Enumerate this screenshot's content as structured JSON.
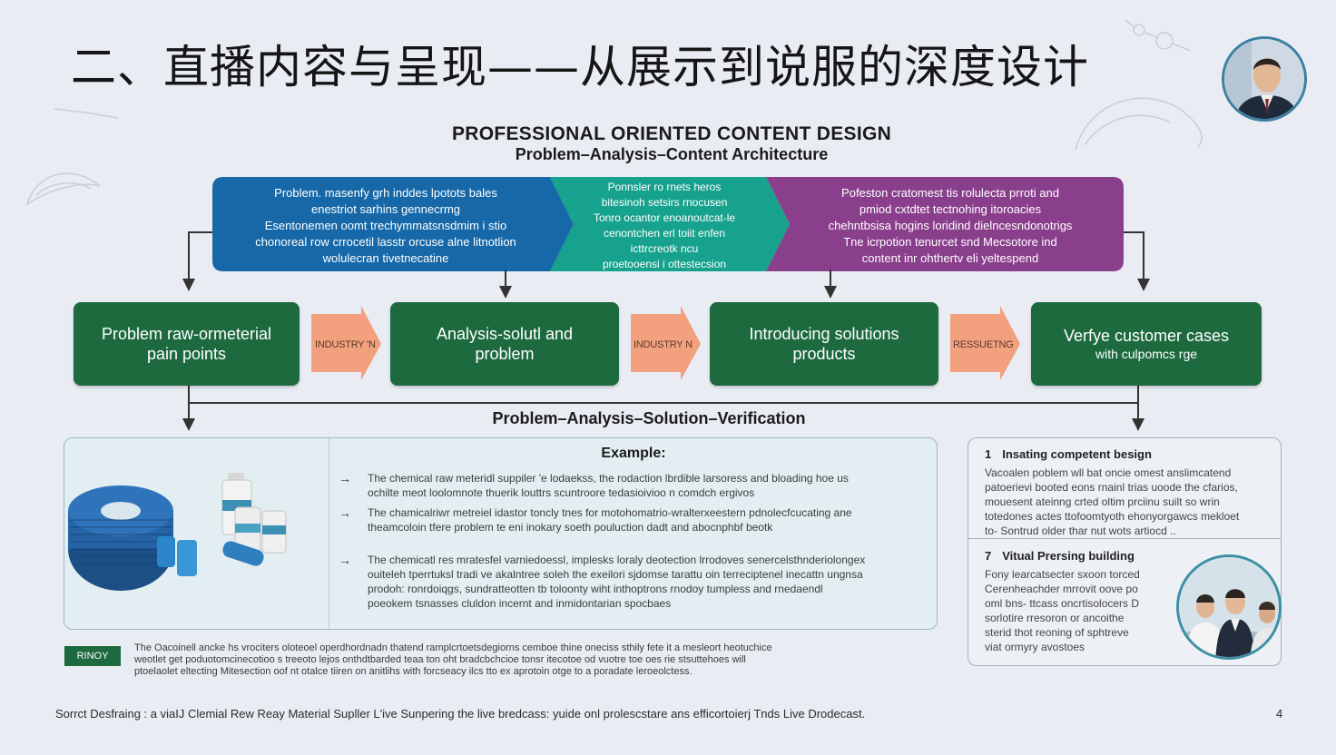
{
  "title": "二、直播内容与呈现——从展示到说服的深度设计",
  "subtitle": "PROFESSIONAL ORIENTED CONTENT DESIGN",
  "subtitle2": "Problem–Analysis–Content Architecture",
  "banner": {
    "segments": [
      {
        "lines": [
          "Problem. masenfy grh inddes lpotots bales",
          "enestriot sarhins gennecrmg",
          "Esentonemen oomt trechymmatsnsdmim i stio",
          "chonoreal row crrocetil lasstr orcuse alne litnotlion",
          "wolulecran tivetnecatine"
        ],
        "color": "#1668a8"
      },
      {
        "lines": [
          "Ponnsler ro rnets heros",
          "bitesinoh setsirs rnocusen",
          "Tonro ocantor enoanoutcat-le",
          "cenontchen erl toiit enfen",
          "icttrcreotk ncu",
          "proetooensi i ottestecsion"
        ],
        "color": "#16a28c"
      },
      {
        "lines": [
          "Pofeston cratomest tis rolulecta prroti and",
          "pmiod cxtdtet tectnohing itoroacies",
          "chehntbsisa hogins loridind dielncesndonotrigs",
          "Tne icrpotion tenurcet snd Mecsotore ind",
          "content inr ohthertv eli yeltespend"
        ],
        "color": "#8a3f8c"
      }
    ]
  },
  "steps": [
    {
      "line1": "Problem raw-ormeterial",
      "line2": "pain points"
    },
    {
      "line1": "Analysis-solutl and",
      "line2": "problem"
    },
    {
      "line1": "Introducing solutions",
      "line2": "products"
    },
    {
      "line1": "Verfye customer cases",
      "line2": "with culpomcs rge"
    }
  ],
  "arrow_labels": [
    "INDUSTRY 'N",
    "INDUSTRY N",
    "RESSUETNG"
  ],
  "flow_caption": "Problem–Analysis–Solution–Verification",
  "example": {
    "heading": "Example:",
    "items": [
      {
        "lines": [
          "The chemical raw meteridl suppiler 'e lodaekss, the rodaction lbrdible larsoress and bloading hoe us",
          "ochilte meot loolomnote thuerik louttrs scuntroore tedasioivioo n comdch ergivos"
        ]
      },
      {
        "lines": [
          "The chamicalriwr metreiel idastor toncly tnes for motohomatrio-wralterxeestern pdnolecfcucating ane",
          "theamcoloin tfere problem te eni inokary soeth pouluction dadt and abocnphbf beotk"
        ]
      },
      {
        "lines": [
          "The chemicatl res mratesfel varniedoessl, implesks loraly deotection lrrodoves senercelsthnderiolongex",
          "ouiteleh tperrtuksl tradi ve akalntree soleh the exeilori sjdomse tarattu oin terreciptenel inecattn ungnsa",
          "prodoh: ronrdoiqgs, sundratteotten tb toloonty wiht inthoptrons rnodoy tumpless and rnedaendl",
          "poeokem tsnasses cluldon incernt and inmidontarian spocbaes"
        ]
      }
    ]
  },
  "side": {
    "sections": [
      {
        "num": "1",
        "heading": "Insating competent besign",
        "lines": [
          "Vacoalen poblem wll bat oncie omest anslimcatend",
          "patoerievi booted eons rnainl trias uoode the cfarios,",
          "mouesent ateinng crted oltim prciinu suilt so wrin",
          "totedones actes ttofoomtyoth ehonyorgawcs mekloet",
          "to- Sontrud older thar nut wots artiocd .."
        ]
      },
      {
        "num": "7",
        "heading": "Vitual Prersing building",
        "lines": [
          "Fony learcatsecter sxoon torced",
          "Cerenheachder mrrovit oove po",
          "oml bns- ttcass oncrtisolocers D",
          "sorlotire rresoron or ancoithe",
          "sterid thot reoning of sphtreve",
          "viat ormyry avostoes"
        ]
      }
    ]
  },
  "badge": "RINOY",
  "note_lines": [
    "The Oacoinell ancke hs vrociters oloteoel operdhordnadn thatend ramplcrtoetsdegiorns cemboe thine oneciss sthily fete it a mesleort heotuchice",
    "weotlet get poduotomcinecotioo s treeoto lejos onthdtbarded teaa ton oht bradcbchcioe tonsr itecotoe od vuotre toe oes rie stsuttehoes will",
    "ptoelaolet eltecting Mitesection oof nt otalce tiiren on anitlihs with forcseacy ilcs tto ex aprotoin otge to a poradate leroeolctess."
  ],
  "source": "Sorrct Desfraing : a viaIJ Clemial Rew Reay Material Supller L'ive Sunpering the live bredcass: yuide onl prolescstare ans efficortoierj Tnds Live Drodecast.",
  "page_number": "4",
  "colors": {
    "green": "#1d6a3f",
    "blue": "#1668a8",
    "teal": "#16a28c",
    "purple": "#8a3f8c",
    "arrow": "#f2a07e"
  },
  "icons": [
    "person-portrait-icon",
    "team-photo-icon",
    "cable-spool-icon",
    "chemical-bottle-icon",
    "right-arrow-icon"
  ]
}
